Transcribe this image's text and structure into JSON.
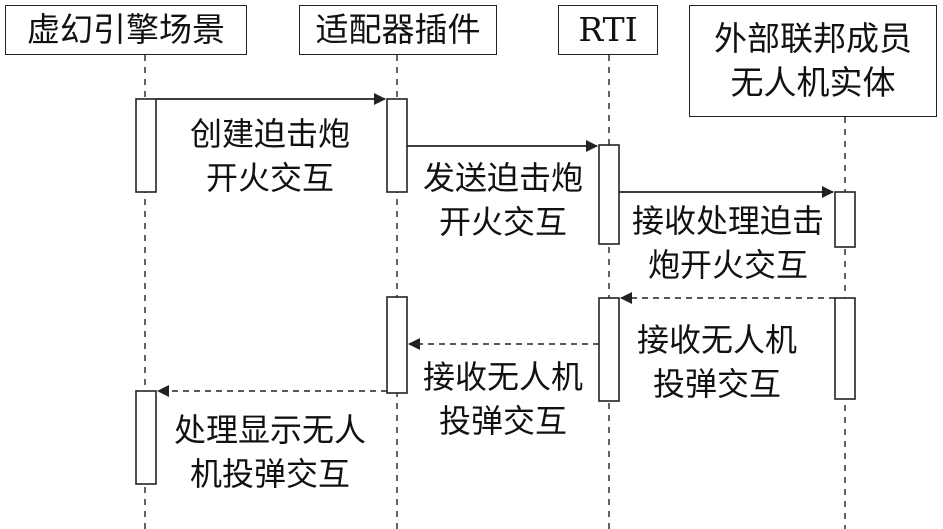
{
  "participants": [
    {
      "id": "ue",
      "label": "虚幻引擎场景"
    },
    {
      "id": "adapter",
      "label": "适配器插件"
    },
    {
      "id": "rti",
      "label": "RTI"
    },
    {
      "id": "uav",
      "label": "外部联邦成员\n无人机实体"
    }
  ],
  "messages": [
    {
      "id": "m1",
      "from": "ue",
      "to": "adapter",
      "style": "solid",
      "label": "创建迫击炮\n开火交互"
    },
    {
      "id": "m2",
      "from": "adapter",
      "to": "rti",
      "style": "solid",
      "label": "发送迫击炮\n开火交互"
    },
    {
      "id": "m3",
      "from": "rti",
      "to": "uav",
      "style": "solid",
      "label": "接收处理迫击\n炮开火交互"
    },
    {
      "id": "m4",
      "from": "uav",
      "to": "rti",
      "style": "dashed",
      "label": "接收无人机\n投弹交互"
    },
    {
      "id": "m5",
      "from": "rti",
      "to": "adapter",
      "style": "dashed",
      "label": "接收无人机\n投弹交互"
    },
    {
      "id": "m6",
      "from": "adapter",
      "to": "ue",
      "style": "dashed",
      "label": "处理显示无人\n机投弹交互"
    }
  ]
}
